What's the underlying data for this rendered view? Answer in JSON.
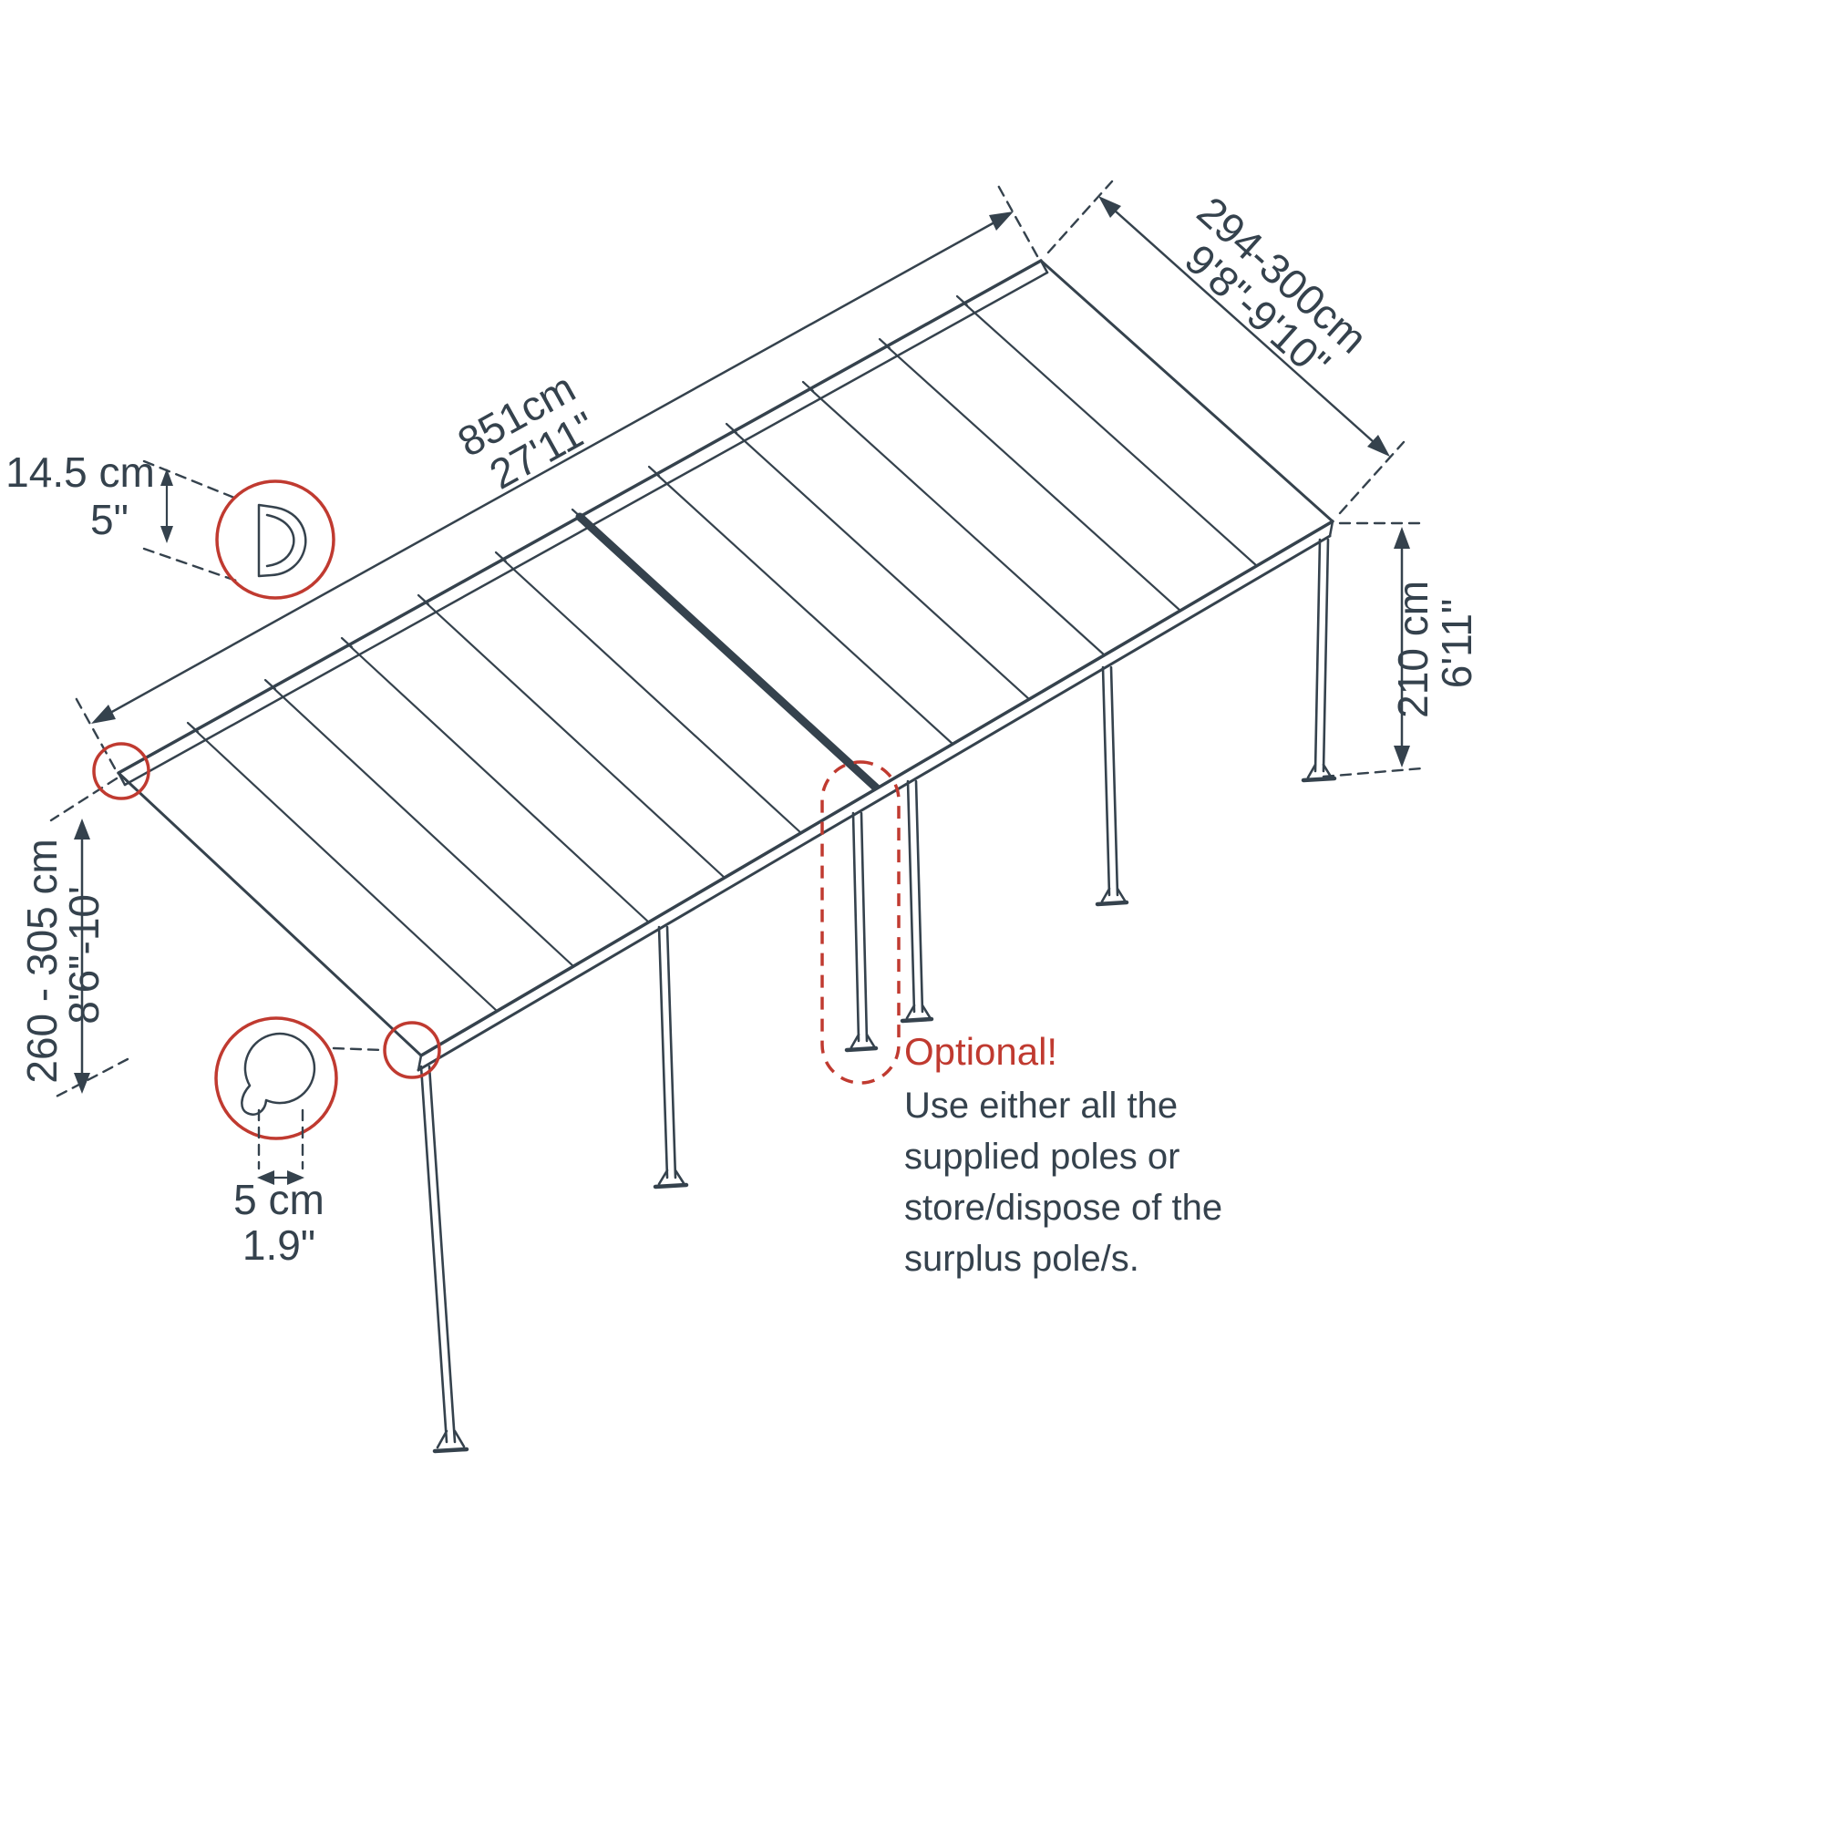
{
  "diagram": {
    "colors": {
      "line": "#35424d",
      "accent": "#c03a30"
    },
    "dimensions": {
      "length": {
        "metric": "851cm",
        "imperial": "27'11\""
      },
      "width": {
        "metric": "294-300cm",
        "imperial": "9'8\"-9'10\""
      },
      "post_height": {
        "metric": "210 cm",
        "imperial": "6'11\""
      },
      "wall_height": {
        "metric": "260 - 305 cm",
        "imperial": "8'6\"-10'"
      },
      "profile_height": {
        "metric": "14.5 cm",
        "imperial": "5\""
      },
      "pole_diameter": {
        "metric": "5 cm",
        "imperial": "1.9\""
      }
    },
    "note": {
      "heading": "Optional!",
      "lines": [
        "Use either all the",
        "supplied poles or",
        "store/dispose of the",
        "surplus pole/s."
      ]
    }
  }
}
